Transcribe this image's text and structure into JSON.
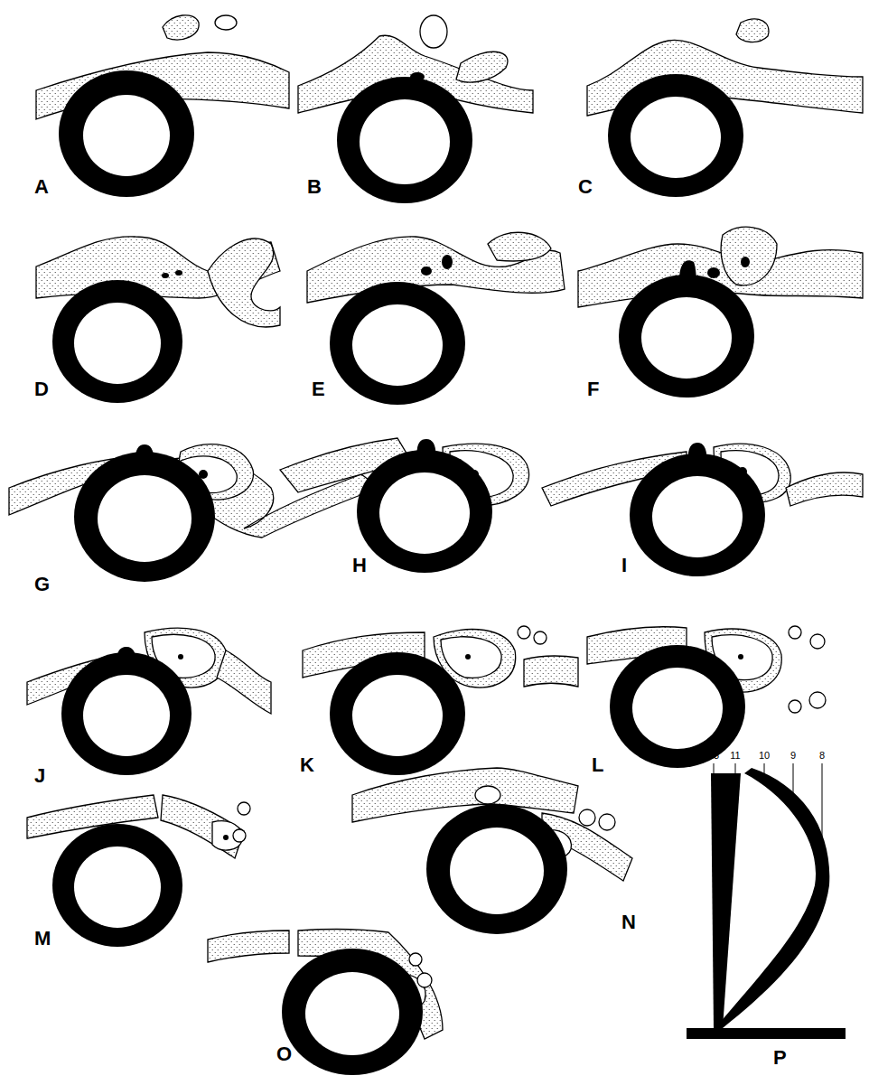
{
  "diagram": {
    "labels": [
      "A",
      "B",
      "C",
      "D",
      "E",
      "F",
      "G",
      "H",
      "I",
      "J",
      "K",
      "L",
      "M",
      "N",
      "O",
      "P",
      "13",
      "11",
      "10",
      "9",
      "8"
    ]
  }
}
